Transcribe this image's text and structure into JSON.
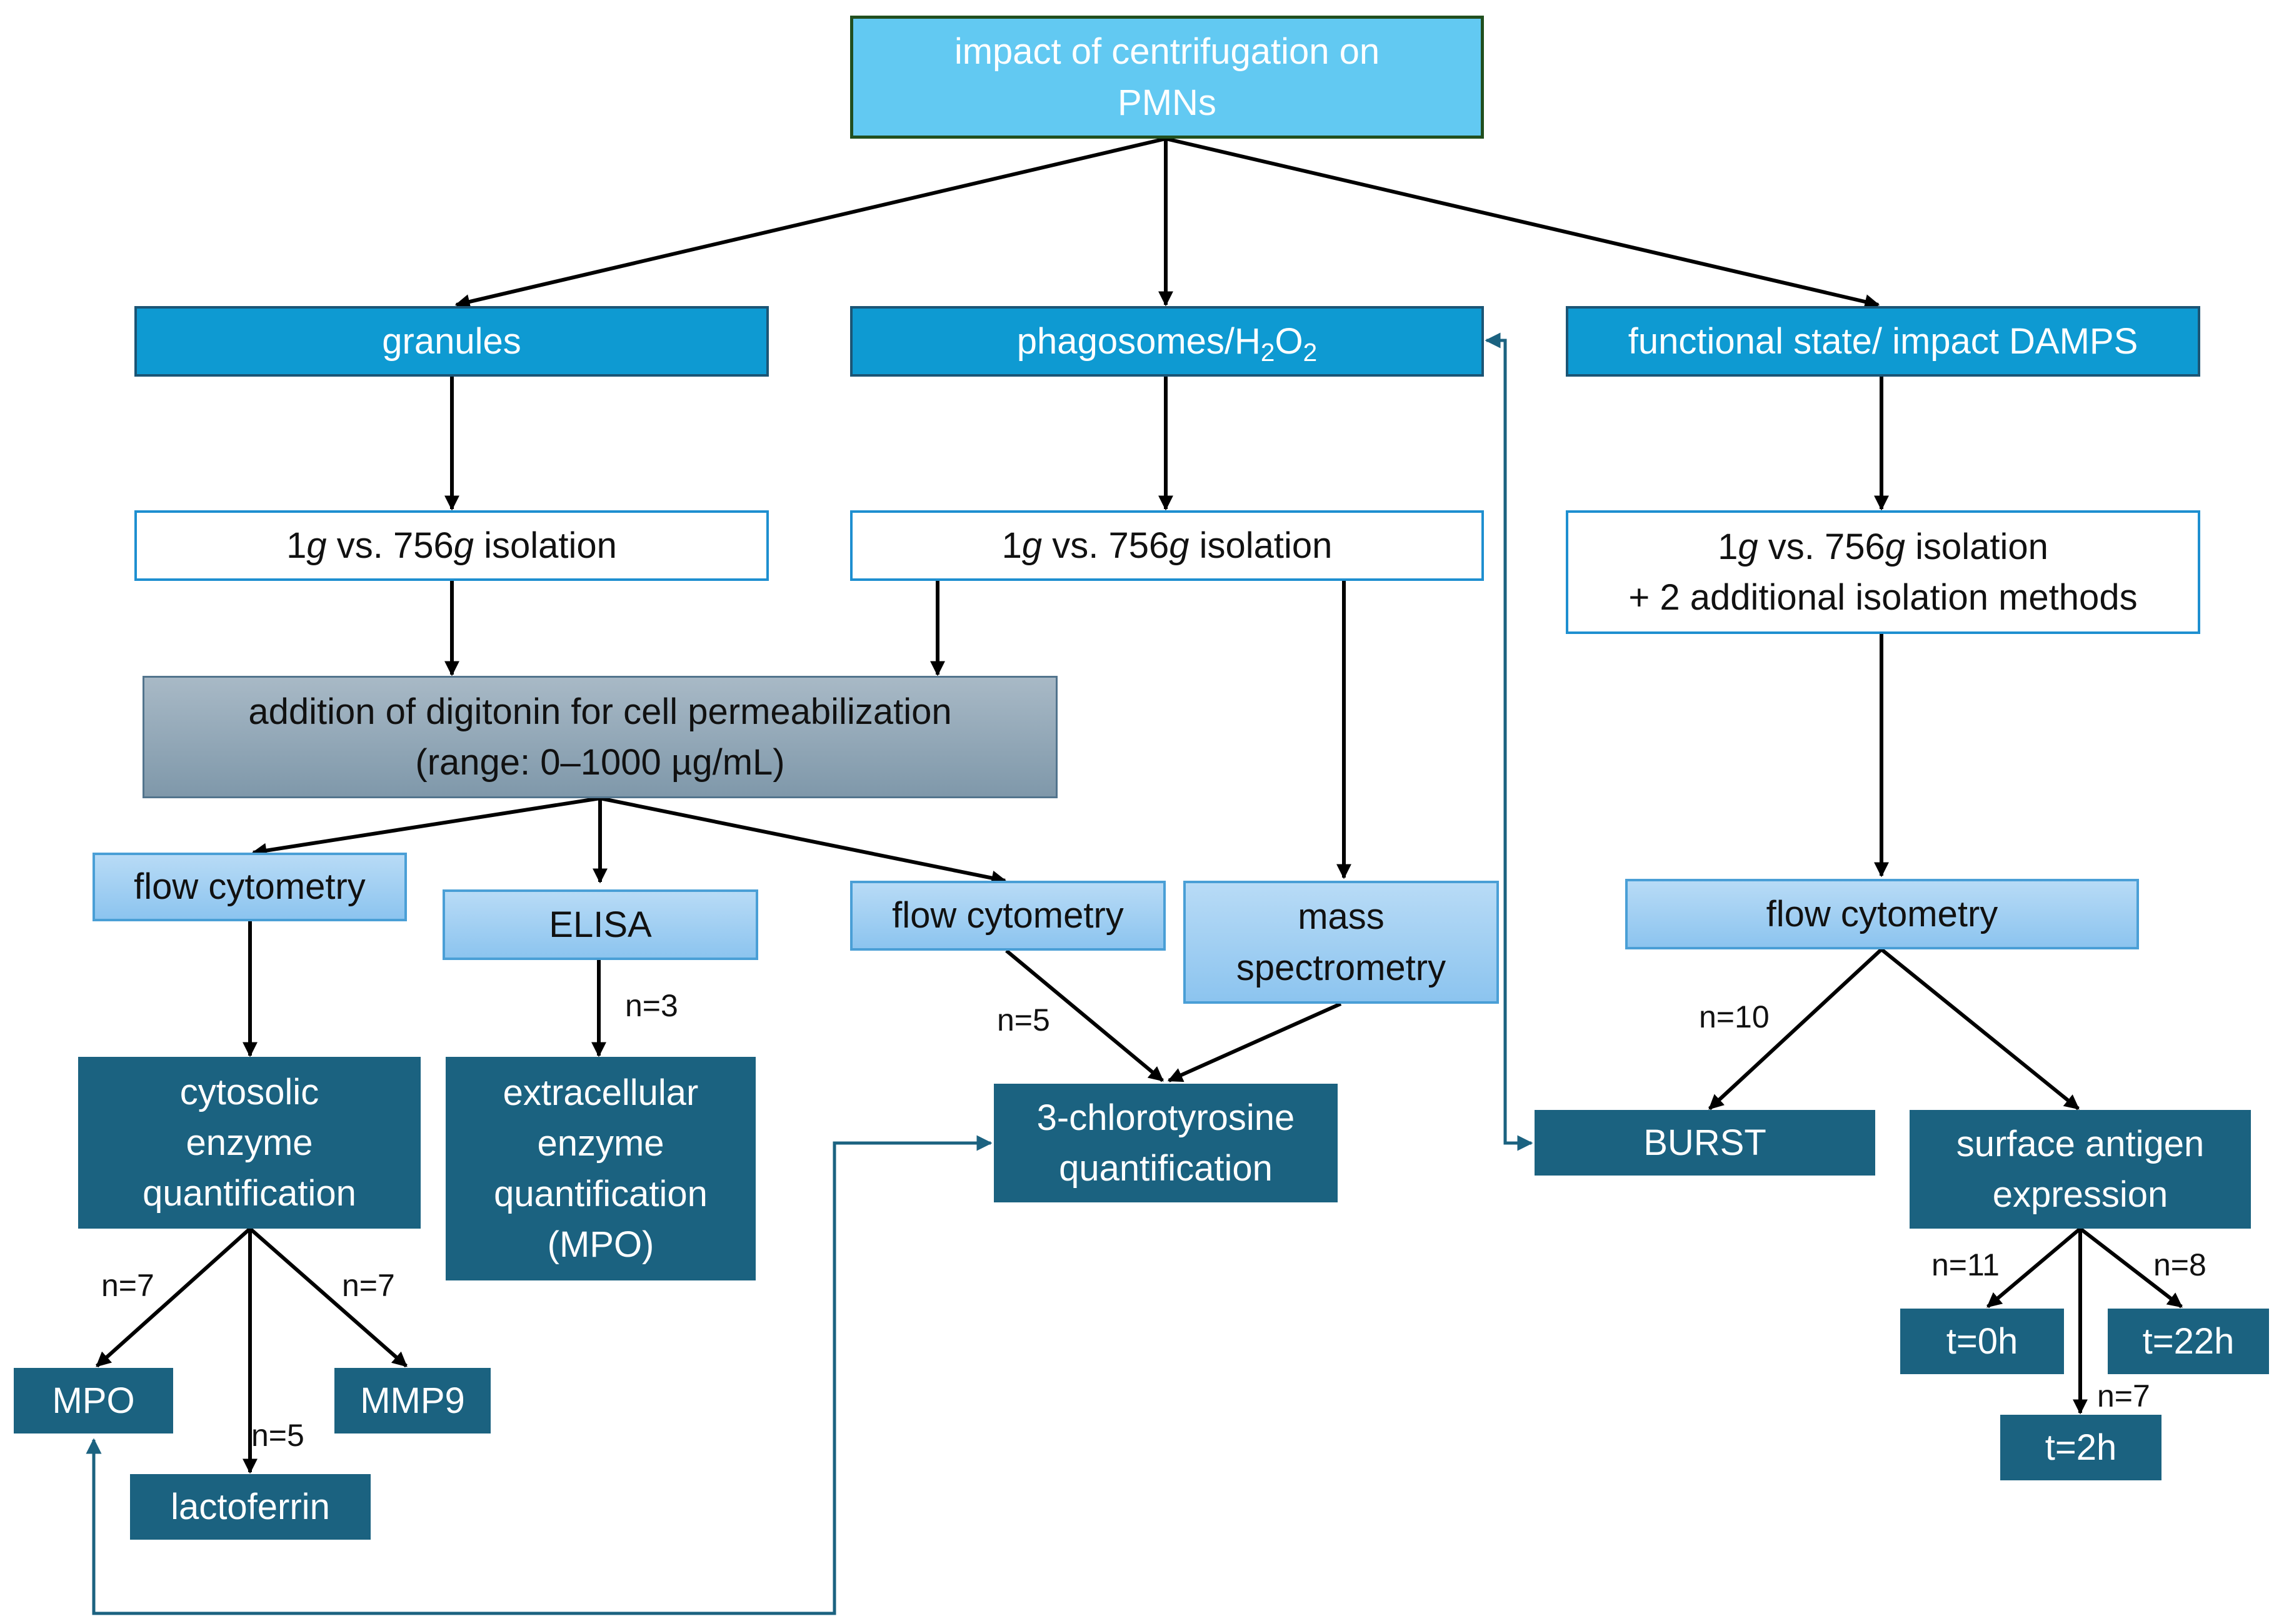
{
  "root": {
    "line1": "impact of centrifugation on",
    "line2": "PMNs"
  },
  "branches": {
    "granules": "granules",
    "phago": {
      "main": "phagosomes/H",
      "sub1": "2",
      "mid": "O",
      "sub2": "2"
    },
    "functional": "functional state/ impact DAMPS"
  },
  "isolation": {
    "g_a": "1",
    "g_b": "g",
    "g_c": " vs. 756",
    "g_d": "g",
    "g_e": " isolation",
    "extra": "+ 2 additional isolation methods"
  },
  "digitonin": {
    "line1": "addition of digitonin for cell permeabilization",
    "line2": "(range: 0–1000 µg/mL)"
  },
  "methods": {
    "flow_cytometry": "flow cytometry",
    "elisa": "ELISA",
    "mass_line1": "mass",
    "mass_line2": "spectrometry"
  },
  "results": {
    "cytosolic": [
      "cytosolic",
      "enzyme",
      "quantification"
    ],
    "extracellular": [
      "extracellular",
      "enzyme",
      "quantification",
      "(MPO)"
    ],
    "chlorotyrosine": [
      "3-chlorotyrosine",
      "quantification"
    ],
    "burst": "BURST",
    "surface": [
      "surface antigen",
      "expression"
    ],
    "mpo": "MPO",
    "lactoferrin": "lactoferrin",
    "mmp9": "MMP9",
    "t0": "t=0h",
    "t2": "t=2h",
    "t22": "t=22h"
  },
  "sample_sizes": {
    "elisa": "n=3",
    "flow_3ct": "n=5",
    "flow_func": "n=10",
    "mpo": "n=7",
    "mmp9": "n=7",
    "lactoferrin": "n=5",
    "t0": "n=11",
    "t22": "n=8",
    "t2": "n=7"
  },
  "colors": {
    "arrow": "#000000",
    "feedback_arrow": "#1b6280",
    "root_fill": "#62c9f2",
    "branch_fill": "#0e9ad2",
    "result_fill": "#1b6280",
    "method_fill": "#9ccdf2",
    "digitonin_fill": "#93aaba"
  }
}
